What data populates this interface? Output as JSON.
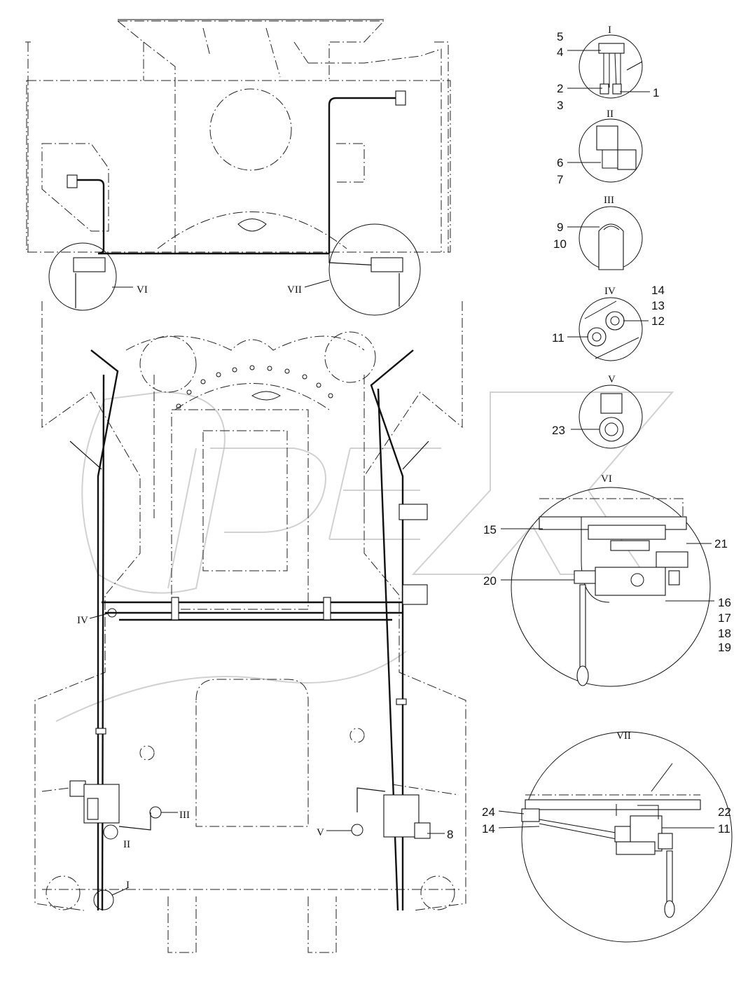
{
  "watermark": "OPEX",
  "view_labels": [
    "I",
    "II",
    "III",
    "IV",
    "V",
    "VI",
    "VII"
  ],
  "detail_titles": {
    "I": "I",
    "II": "II",
    "III": "III",
    "IV": "IV",
    "V": "V",
    "VI": "VI",
    "VII": "VII"
  },
  "callouts": {
    "c1": "1",
    "c2": "2",
    "c3": "3",
    "c4": "4",
    "c5": "5",
    "c6": "6",
    "c7": "7",
    "c8": "8",
    "c9": "9",
    "c10": "10",
    "c11a": "11",
    "c11b": "11",
    "c12": "12",
    "c13": "13",
    "c14a": "14",
    "c14b": "14",
    "c15": "15",
    "c16": "16",
    "c17": "17",
    "c18": "18",
    "c19": "19",
    "c20": "20",
    "c21": "21",
    "c22": "22",
    "c23": "23",
    "c24": "24"
  },
  "main_marks": {
    "vi": "VI",
    "vii": "VII",
    "iv": "IV",
    "ii": "II",
    "iii": "III",
    "v": "V",
    "i": "I"
  }
}
